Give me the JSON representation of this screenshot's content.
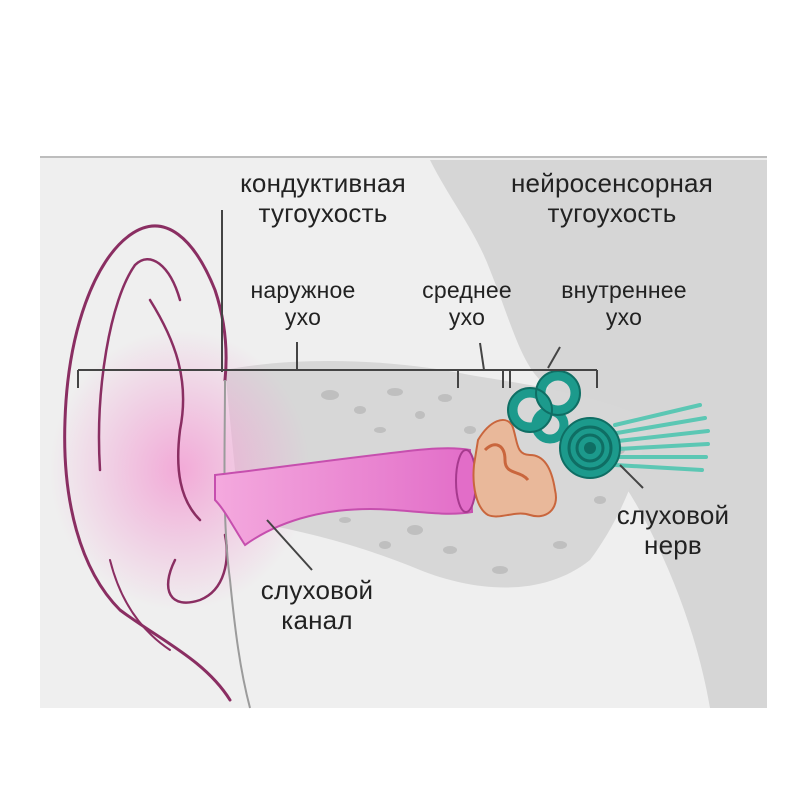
{
  "colors": {
    "background": "#ffffff",
    "panel": "#efefef",
    "inner_shade": "#d6d6d6",
    "bone": "#cfcfcf",
    "ear_outline": "#8a2e62",
    "ear_glow": "#f2a6d6",
    "canal": "#ea7dd1",
    "canal_dark": "#c64fae",
    "ossicle": "#e9b89a",
    "ossicle_dark": "#c9663d",
    "cochlea": "#1c9a8c",
    "cochlea_dark": "#0f6e64",
    "nerve": "#5cc7b4",
    "text": "#222222"
  },
  "labels": {
    "conductive": [
      "кондуктивная",
      "тугоухость"
    ],
    "sensorineural": [
      "нейросенсорная",
      "тугоухость"
    ],
    "outer_ear": [
      "наружное",
      "ухо"
    ],
    "middle_ear": [
      "среднее",
      "ухо"
    ],
    "inner_ear": [
      "внутреннее",
      "ухо"
    ],
    "auditory_nerve": [
      "слуховой",
      "нерв"
    ],
    "ear_canal": [
      "слуховой",
      "канал"
    ]
  }
}
